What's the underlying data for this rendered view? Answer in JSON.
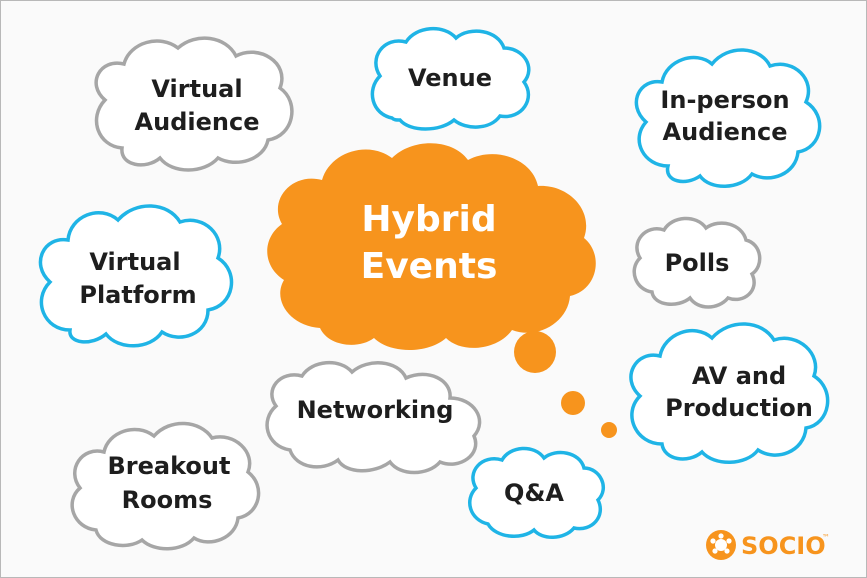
{
  "colors": {
    "gray_outline": "#a6a6a6",
    "blue_outline": "#1fb4e6",
    "orange": "#f7941d",
    "text": "#1e1e1e",
    "background": "#fafafa"
  },
  "center": {
    "line1": "Hybrid",
    "line2": "Events"
  },
  "nodes": {
    "virtual_audience": {
      "line1": "Virtual",
      "line2": "Audience",
      "outline": "gray"
    },
    "venue": {
      "line1": "Venue",
      "outline": "blue"
    },
    "in_person_audience": {
      "line1": "In-person",
      "line2": "Audience",
      "outline": "blue"
    },
    "virtual_platform": {
      "line1": "Virtual",
      "line2": "Platform",
      "outline": "blue"
    },
    "polls": {
      "line1": "Polls",
      "outline": "gray"
    },
    "networking": {
      "line1": "Networking",
      "outline": "gray"
    },
    "av_production": {
      "line1": "AV and",
      "line2": "Production",
      "outline": "blue"
    },
    "breakout_rooms": {
      "line1": "Breakout",
      "line2": "Rooms",
      "outline": "gray"
    },
    "qa": {
      "line1": "Q&A",
      "outline": "blue"
    }
  },
  "logo": {
    "text": "SOCIO",
    "trademark": "™",
    "icon": "socio-logo-icon"
  }
}
